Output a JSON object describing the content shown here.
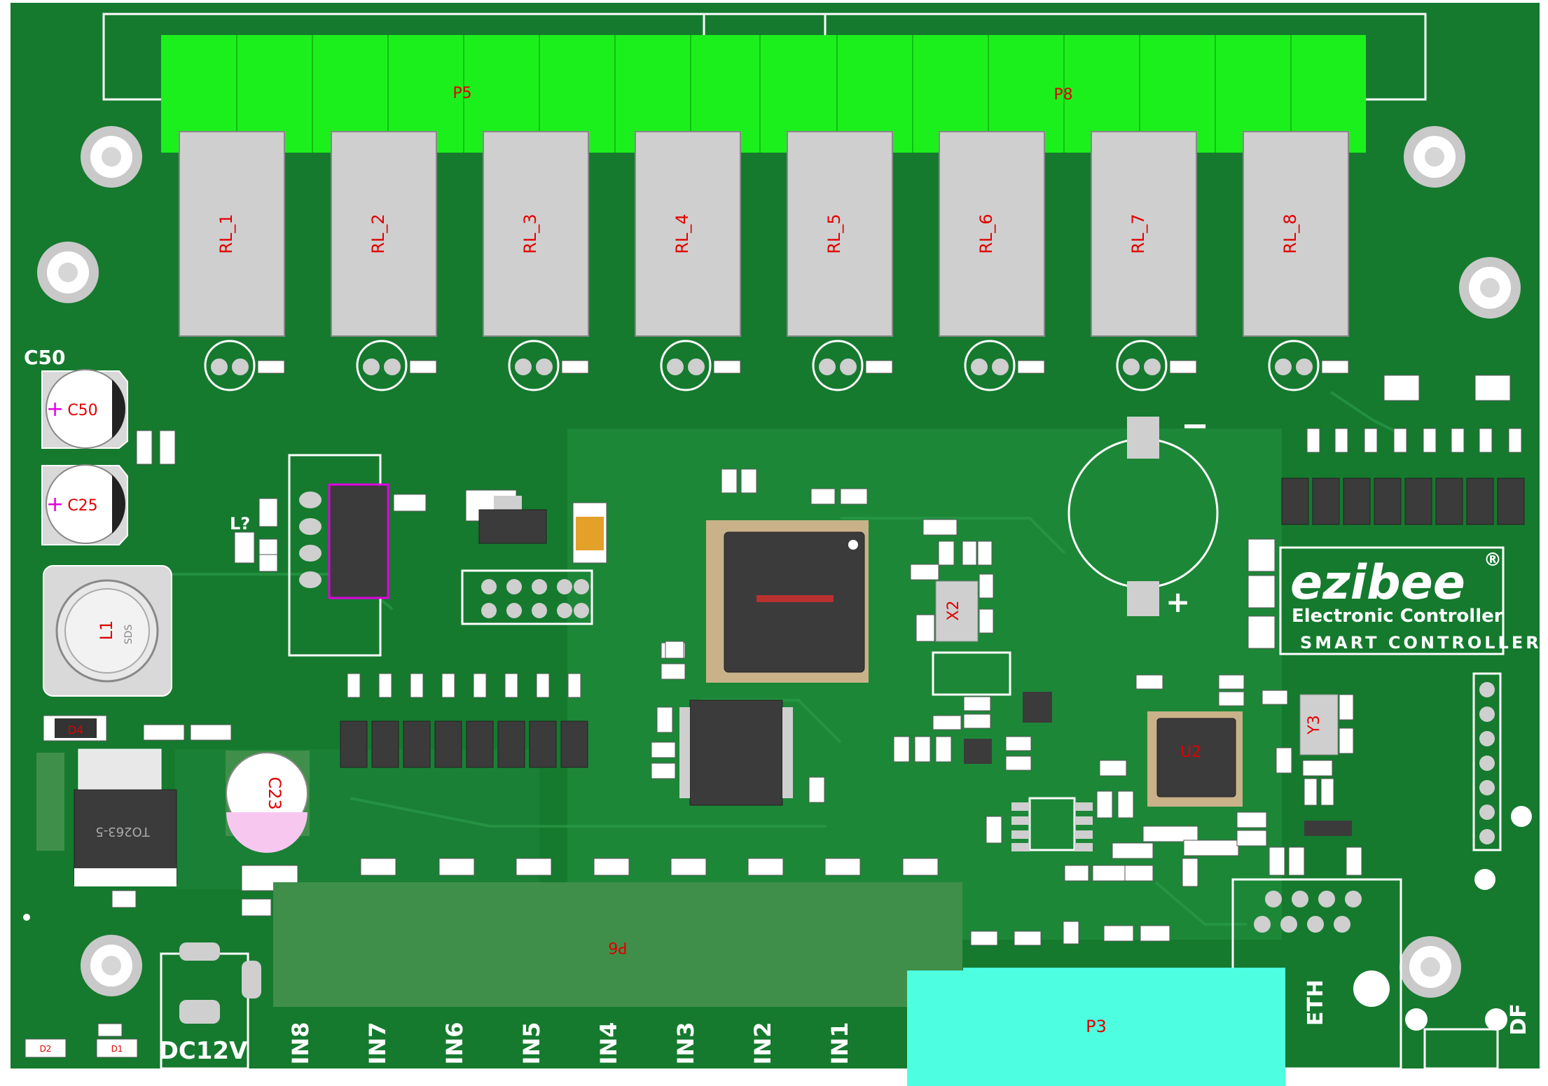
{
  "connectors": {
    "p5": "P5",
    "p8": "P8",
    "p6": "P6",
    "p3": "P3"
  },
  "relays": [
    "RL_1",
    "RL_2",
    "RL_3",
    "RL_4",
    "RL_5",
    "RL_6",
    "RL_7",
    "RL_8"
  ],
  "inputs": [
    "IN8",
    "IN7",
    "IN6",
    "IN5",
    "IN4",
    "IN3",
    "IN2",
    "IN1"
  ],
  "components": {
    "c50_silk": "C50",
    "c50": "C50",
    "c25": "C25",
    "l_unknown": "L?",
    "l1": "L1",
    "l1_sub": "SDS",
    "c23": "C23",
    "d4": "D4",
    "to263": "TO263-5",
    "x2": "X2",
    "y3": "Y3",
    "u2": "U2",
    "d2": "D2",
    "d1": "D1"
  },
  "labels": {
    "dc12v": "DC12V",
    "eth": "ETH",
    "df": "DF",
    "battery_minus": "−",
    "battery_plus": "+"
  },
  "brand": {
    "logo": "ezibee",
    "registered": "®",
    "tagline": "Electronic Controller",
    "product": "SMART CONTROLLER"
  },
  "colors": {
    "board": "#157a2e",
    "board_light": "#1f8a3c",
    "terminal_green": "#1cf01c",
    "terminal_olive": "#3f8f4a",
    "connector_cyan": "#4dffe0",
    "relay_gray": "#cfcfcf",
    "chip_dark": "#3b3b3b",
    "silkscreen": "#ffffff",
    "ref_red": "#e00000",
    "magenta": "#e000e0"
  }
}
